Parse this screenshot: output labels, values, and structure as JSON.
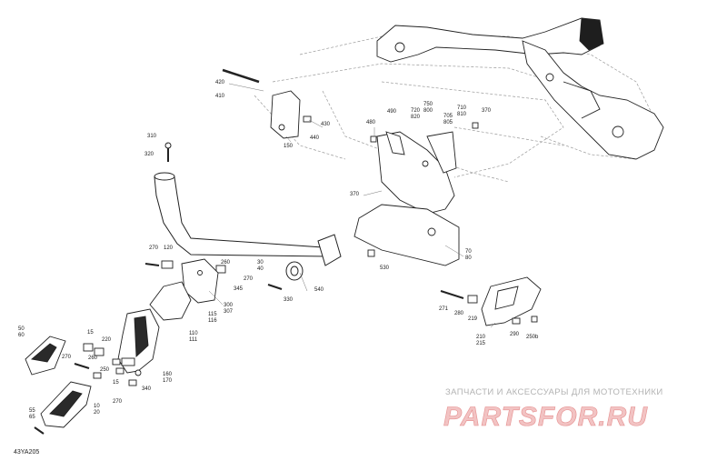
{
  "diagram_code": "43YA205",
  "watermark": {
    "tagline": "ЗАПЧАСТИ И АКСЕССУАРЫ ДЛЯ МОТОТЕХНИКИ",
    "logo": "PARTSFOR.RU"
  },
  "callouts": [
    {
      "id": "c420",
      "text": "420"
    },
    {
      "id": "c410",
      "text": "410"
    },
    {
      "id": "c430",
      "text": "430"
    },
    {
      "id": "c440",
      "text": "440"
    },
    {
      "id": "c150",
      "text": "150"
    },
    {
      "id": "c480",
      "text": "480"
    },
    {
      "id": "c490",
      "text": "490"
    },
    {
      "id": "c720",
      "text": "720\n820"
    },
    {
      "id": "c750",
      "text": "750\n800"
    },
    {
      "id": "c705",
      "text": "705\n805"
    },
    {
      "id": "c710",
      "text": "710\n810"
    },
    {
      "id": "c370a",
      "text": "370"
    },
    {
      "id": "c310",
      "text": "310"
    },
    {
      "id": "c320",
      "text": "320"
    },
    {
      "id": "c370b",
      "text": "370"
    },
    {
      "id": "c70",
      "text": "70\n80"
    },
    {
      "id": "c530",
      "text": "530"
    },
    {
      "id": "c270a",
      "text": "270"
    },
    {
      "id": "c300",
      "text": "30\n40"
    },
    {
      "id": "c120",
      "text": "120"
    },
    {
      "id": "c260a",
      "text": "260"
    },
    {
      "id": "c270b",
      "text": "270"
    },
    {
      "id": "c540",
      "text": "540"
    },
    {
      "id": "c330",
      "text": "330"
    },
    {
      "id": "c345",
      "text": "345"
    },
    {
      "id": "c300b",
      "text": "300\n307"
    },
    {
      "id": "c115",
      "text": "115\n116"
    },
    {
      "id": "c110",
      "text": "110\n111"
    },
    {
      "id": "c271",
      "text": "271"
    },
    {
      "id": "c280",
      "text": "280"
    },
    {
      "id": "c219",
      "text": "219"
    },
    {
      "id": "c210",
      "text": "210\n215"
    },
    {
      "id": "c290",
      "text": "290"
    },
    {
      "id": "c250",
      "text": "250b"
    },
    {
      "id": "c50",
      "text": "50\n60"
    },
    {
      "id": "c15a",
      "text": "15"
    },
    {
      "id": "c220",
      "text": "220"
    },
    {
      "id": "c260b",
      "text": "260"
    },
    {
      "id": "c270c",
      "text": "270"
    },
    {
      "id": "c250b",
      "text": "250"
    },
    {
      "id": "c15b",
      "text": "15"
    },
    {
      "id": "c340",
      "text": "340"
    },
    {
      "id": "c160",
      "text": "160\n170"
    },
    {
      "id": "c10",
      "text": "10\n20"
    },
    {
      "id": "c55",
      "text": "55\n65"
    },
    {
      "id": "c270d",
      "text": "270"
    }
  ]
}
